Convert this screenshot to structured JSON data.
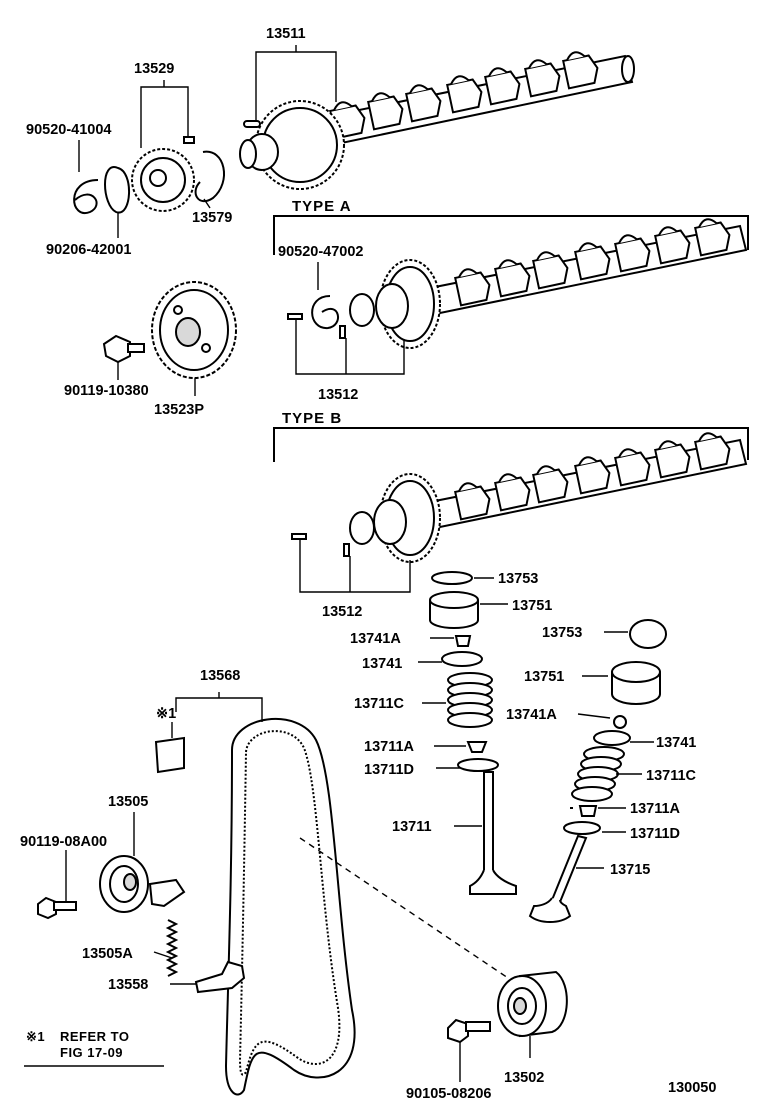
{
  "labels": {
    "camshaft_upper": "13511",
    "gear_13529": "13529",
    "ring_13579": "13579",
    "snap_ring_a": "90520-41004",
    "washer_b": "90206-42001",
    "bolt_pulley": "90119-10380",
    "pulley_13523p": "13523P",
    "snap_ring_type_a": "90520-47002",
    "pin_type_a": "13512",
    "pin_type_b": "13512",
    "shim_left": "13753",
    "lifter_left": "13751",
    "keeper_left": "13741A",
    "retainer_left": "13741",
    "spring_left": "13711C",
    "seat_left": "13711A",
    "washer_left": "13711D",
    "valve_left": "13711",
    "shim_right": "13753",
    "lifter_right": "13751",
    "keeper_right": "13741A",
    "retainer_right": "13741",
    "spring_right": "13711C",
    "seat_right": "13711A",
    "washer_right": "13711D",
    "valve_right": "13715",
    "belt": "13568",
    "ref_mark": "※1",
    "tensioner": "13505",
    "bolt_tensioner": "90119-08A00",
    "tension_spring": "13505A",
    "bracket": "13558",
    "idler": "13502",
    "bolt_idler": "90105-08206",
    "fig_no": "130050"
  },
  "headings": {
    "type_a": "TYPE  A",
    "type_b": "TYPE  B"
  },
  "note": {
    "mark": "※1",
    "line1": "REFER  TO",
    "line2": "FIG  17-09"
  }
}
